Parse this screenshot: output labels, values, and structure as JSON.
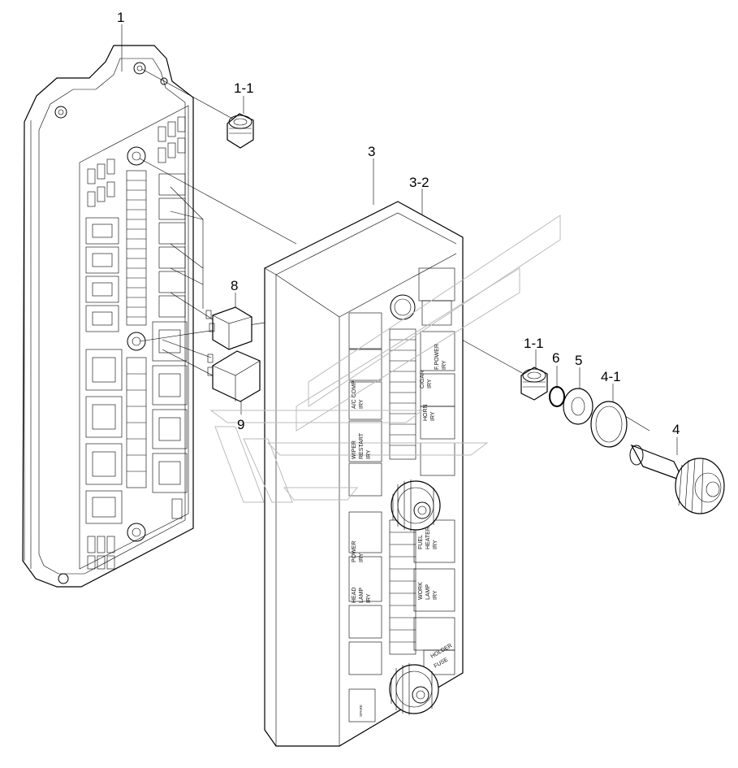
{
  "callouts": {
    "c1": "1",
    "c1_1_top": "1-1",
    "c3": "3",
    "c3_2": "3-2",
    "c8": "8",
    "c9": "9",
    "c1_1_right": "1-1",
    "c6": "6",
    "c5": "5",
    "c4_1": "4-1",
    "c4": "4"
  },
  "panel_labels": {
    "a_c_comp": "A/C COMP",
    "a_c_comp_sub": "IRY",
    "wiper_rly": "WIPER",
    "wiper_sub1": "RESTART",
    "wiper_sub2": "IRY",
    "cigar_rly": "CIGAR",
    "cigar_sub": "IRY",
    "fuel_power": "F.POWER",
    "fuel_power_sub": "IRY",
    "horn_rly": "HORN",
    "horn_sub": "IRY",
    "power_rly": "POWER",
    "power_sub": "IRY",
    "fuel_heater": "FUEL",
    "fuel_heater_sub1": "HEATER",
    "fuel_heater_sub2": "IRY",
    "head_lamp": "HEAD",
    "head_lamp_sub1": "LAMP",
    "head_lamp_sub2": "IRY",
    "work_lamp": "WORK",
    "work_lamp_sub1": "LAMP",
    "work_lamp_sub2": "IRY",
    "holder_fuse_1": "HOLDER",
    "holder_fuse_2": "FUSE",
    "spare": "SPARE"
  }
}
